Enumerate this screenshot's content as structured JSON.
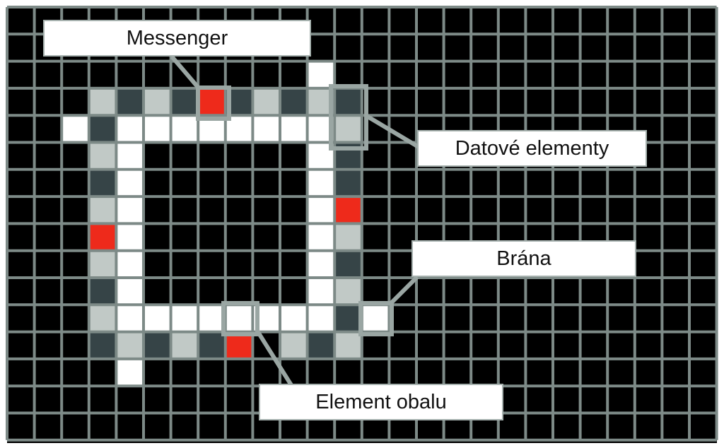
{
  "labels": {
    "messenger": "Messenger",
    "data_elements": "Datové elementy",
    "gate": "Brána",
    "envelope_element": "Element obalu"
  },
  "colors": {
    "background": "#000000",
    "grid_line": "#7d8a87",
    "white_cell": "#ffffff",
    "light_cell": "#c1c9c6",
    "dark_cell": "#364447",
    "red_cell": "#ee2a1b",
    "highlight_frame": "#9aa6a3",
    "leader_line": "#9aa6a3"
  },
  "cells": {
    "white": [
      [
        11,
        2
      ],
      [
        2,
        4
      ],
      [
        4,
        4
      ],
      [
        5,
        4
      ],
      [
        6,
        4
      ],
      [
        7,
        4
      ],
      [
        8,
        4
      ],
      [
        9,
        4
      ],
      [
        10,
        4
      ],
      [
        11,
        4
      ],
      [
        4,
        5
      ],
      [
        11,
        5
      ],
      [
        4,
        6
      ],
      [
        11,
        6
      ],
      [
        4,
        7
      ],
      [
        11,
        7
      ],
      [
        4,
        8
      ],
      [
        11,
        8
      ],
      [
        4,
        9
      ],
      [
        11,
        9
      ],
      [
        4,
        10
      ],
      [
        11,
        10
      ],
      [
        4,
        11
      ],
      [
        5,
        11
      ],
      [
        6,
        11
      ],
      [
        7,
        11
      ],
      [
        8,
        11
      ],
      [
        9,
        11
      ],
      [
        10,
        11
      ],
      [
        11,
        11
      ],
      [
        13,
        11
      ],
      [
        4,
        13
      ]
    ],
    "light": [
      [
        3,
        3
      ],
      [
        5,
        3
      ],
      [
        9,
        3
      ],
      [
        11,
        3
      ],
      [
        12,
        4
      ],
      [
        3,
        5
      ],
      [
        3,
        7
      ],
      [
        12,
        8
      ],
      [
        3,
        9
      ],
      [
        12,
        10
      ],
      [
        3,
        11
      ],
      [
        4,
        12
      ],
      [
        6,
        12
      ],
      [
        10,
        12
      ],
      [
        12,
        12
      ]
    ],
    "dark": [
      [
        4,
        3
      ],
      [
        6,
        3
      ],
      [
        8,
        3
      ],
      [
        10,
        3
      ],
      [
        12,
        3
      ],
      [
        3,
        4
      ],
      [
        12,
        5
      ],
      [
        3,
        6
      ],
      [
        12,
        6
      ],
      [
        12,
        9
      ],
      [
        3,
        10
      ],
      [
        12,
        11
      ],
      [
        3,
        12
      ],
      [
        5,
        12
      ],
      [
        7,
        12
      ],
      [
        11,
        12
      ]
    ],
    "red": [
      [
        7,
        3
      ],
      [
        12,
        7
      ],
      [
        3,
        8
      ],
      [
        8,
        12
      ]
    ]
  }
}
